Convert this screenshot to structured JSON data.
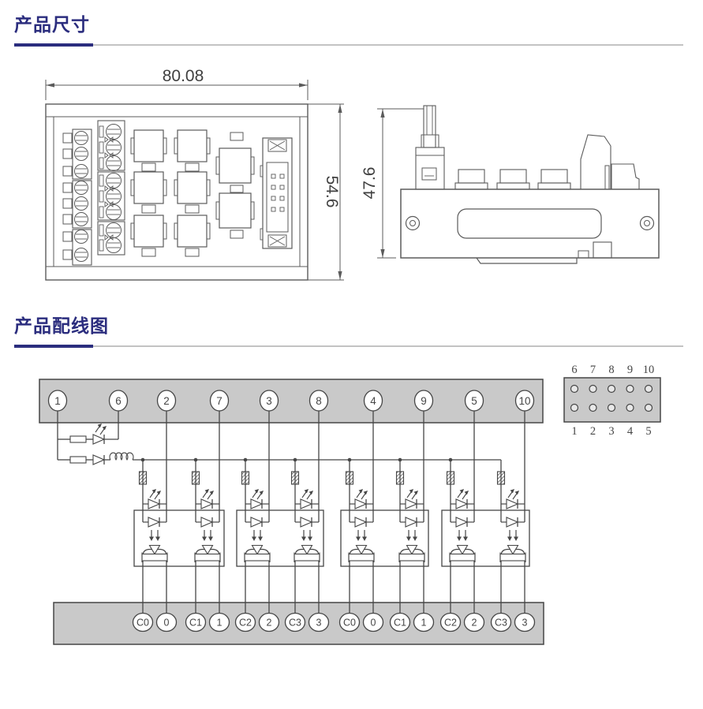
{
  "colors": {
    "accent": "#2b2d7e",
    "rule_gray": "#c3c3c3",
    "drawing_line": "#5b5b5b",
    "schematic_line": "#464646",
    "bar_fill": "#c9c9c9",
    "bar_stroke": "#4a4a4a",
    "dim_text": "#404040"
  },
  "sections": {
    "dimensions": {
      "title": "产品尺寸"
    },
    "wiring": {
      "title": "产品配线图"
    }
  },
  "front_view": {
    "width_label": "80.08",
    "height_label": "54.6"
  },
  "side_view": {
    "height_label": "47.6"
  },
  "wiring": {
    "top_pins": [
      "1",
      "6",
      "2",
      "7",
      "3",
      "8",
      "4",
      "9",
      "5",
      "10"
    ],
    "bottom_pins": [
      "C0",
      "0",
      "C1",
      "1",
      "C2",
      "2",
      "C3",
      "3",
      "C0",
      "0",
      "C1",
      "1",
      "C2",
      "2",
      "C3",
      "3"
    ],
    "unit_count": 8,
    "group_count": 4
  },
  "pin_header": {
    "top_labels": [
      "6",
      "7",
      "8",
      "9",
      "10"
    ],
    "bottom_labels": [
      "1",
      "2",
      "3",
      "4",
      "5"
    ]
  }
}
